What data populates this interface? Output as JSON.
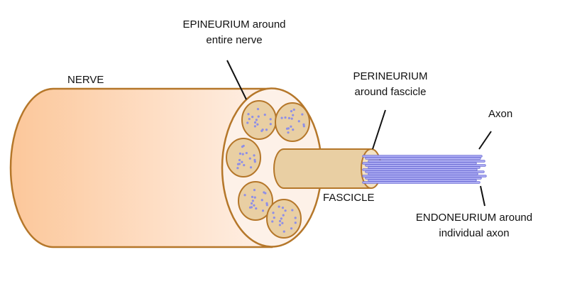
{
  "labels": {
    "epineurium": [
      "EPINEURIUM around",
      "entire nerve"
    ],
    "nerve": "NERVE",
    "perineurium": [
      "PERINEURIUM",
      "around fascicle"
    ],
    "axon": "Axon",
    "fascicle": "FASCICLE",
    "endoneurium": [
      "ENDONEURIUM around",
      "individual axon"
    ]
  },
  "colors": {
    "outline": "#b5772a",
    "nerve_fill_dark": "#fcc79a",
    "nerve_fill_light": "#fff0e6",
    "end_face": "#fdf1e8",
    "fascicle_fill": "#e9cfa3",
    "axon": "#9a9af0",
    "dots": "#8f8fe6"
  }
}
